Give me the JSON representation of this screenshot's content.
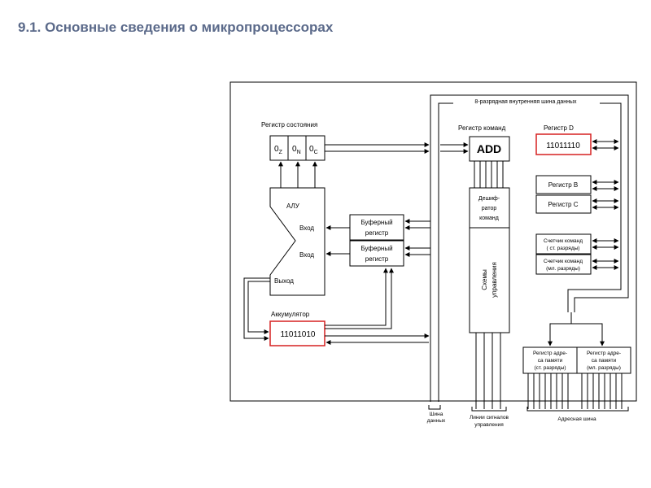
{
  "slide": {
    "title": "9.1. Основные сведения о микропроцессорах"
  },
  "diagram": {
    "internal_bus_label": "8-разрядная внутренняя шина данных",
    "status_register": {
      "label": "Регистр состояния",
      "flags": [
        {
          "value": "0",
          "sub": "Z"
        },
        {
          "value": "0",
          "sub": "N"
        },
        {
          "value": "0",
          "sub": "C"
        }
      ]
    },
    "alu": {
      "label": "АЛУ",
      "input1": "Вход",
      "input2": "Вход",
      "output": "Выход"
    },
    "buffer_register_1": {
      "line1": "Буферный",
      "line2": "регистр"
    },
    "buffer_register_2": {
      "line1": "Буферный",
      "line2": "регистр"
    },
    "accumulator": {
      "label": "Аккумулятор",
      "value": "11011010"
    },
    "instruction_register": {
      "label": "Регистр команд",
      "value": "ADD"
    },
    "decoder": {
      "line1": "Дешиф-",
      "line2": "ратор",
      "line3": "команд"
    },
    "control_circuits": {
      "line1": "Схемы",
      "line2": "управления"
    },
    "register_d": {
      "label": "Регистр D",
      "value": "11011110"
    },
    "register_b": {
      "label": "Регистр B"
    },
    "register_c": {
      "label": "Регистр C"
    },
    "counter_high": {
      "line1": "Счетчик команд",
      "line2": "( ст. разряды)"
    },
    "counter_low": {
      "line1": "Счетчик команд",
      "line2": "(мл. разряды)"
    },
    "mar_high": {
      "line1": "Регистр адре-",
      "line2": "са памяти",
      "line3": "(ст. разряды)"
    },
    "mar_low": {
      "line1": "Регистр адре-",
      "line2": "са памяти",
      "line3": "(мл. разряды)"
    },
    "data_bus_label": {
      "line1": "Шина",
      "line2": "данных"
    },
    "control_lines_label": {
      "line1": "Линии сигналов",
      "line2": "управления"
    },
    "address_bus_label": "Адресная шина"
  }
}
